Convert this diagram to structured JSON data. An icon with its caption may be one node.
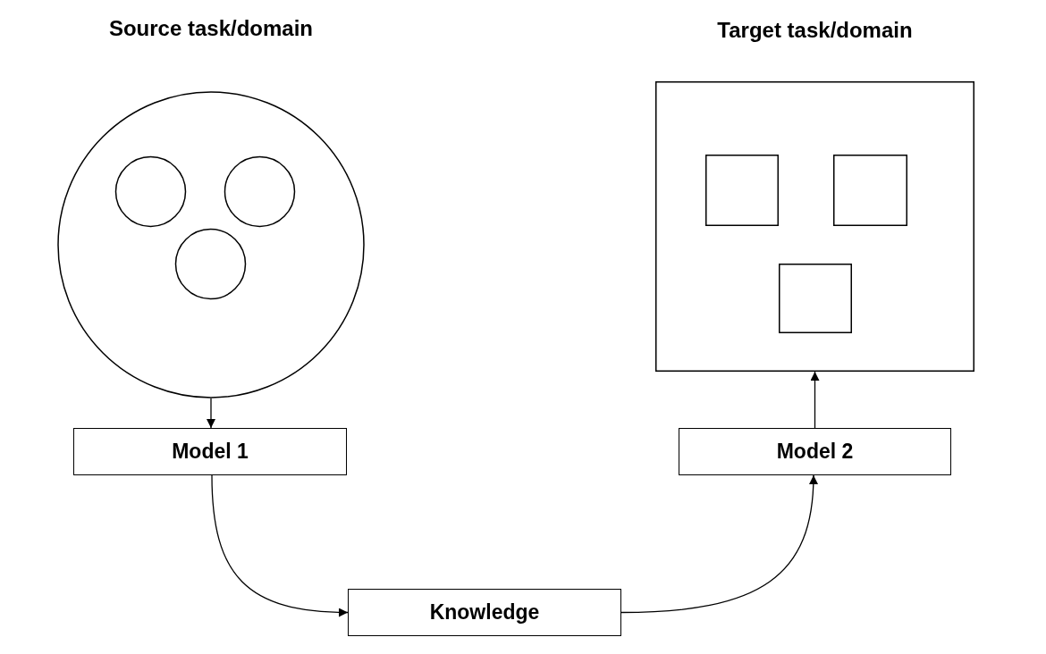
{
  "diagram": {
    "nodes": [
      {
        "text": [
          "Source task/domain"
        ]
      },
      {
        "text": [],
        "shape": "circle",
        "in": 0
      },
      {
        "text": [],
        "shape": "circle",
        "in": 0
      },
      {
        "text": [],
        "shape": "circle",
        "in": 0
      },
      {
        "text": [
          "Target task/domain"
        ]
      },
      {
        "text": [],
        "shape": "box",
        "in": 4
      },
      {
        "text": [],
        "shape": "box",
        "in": 4
      },
      {
        "text": [],
        "shape": "box",
        "in": 4
      },
      {
        "text": [
          "Model 1"
        ]
      },
      {
        "text": [
          "Model 2"
        ]
      },
      {
        "text": [
          "Knowledge"
        ]
      }
    ],
    "edges": [
      {
        "from": 0,
        "to": 8,
        "arrow": "to"
      },
      {
        "from": 8,
        "to": 10,
        "arrow": "to"
      },
      {
        "from": 10,
        "to": 9,
        "arrow": "to"
      },
      {
        "from": 9,
        "to": 4,
        "arrow": "to"
      }
    ]
  }
}
